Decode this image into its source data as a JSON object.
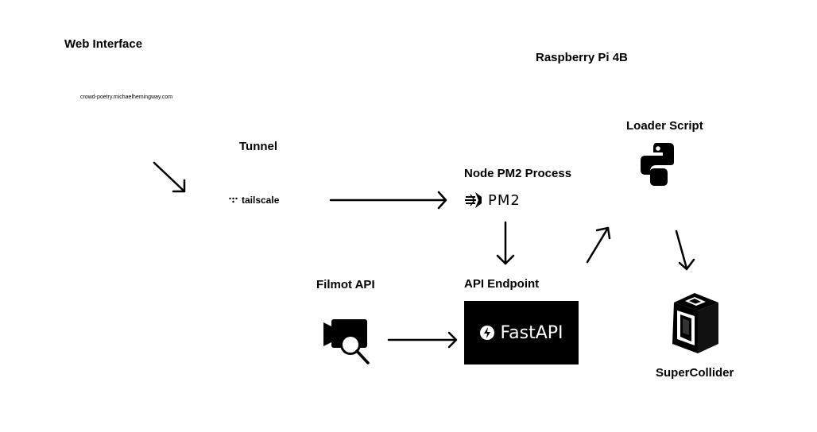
{
  "diagram": {
    "groups": {
      "web_interface": "Web Interface",
      "raspberry_pi": "Raspberry Pi 4B"
    },
    "web_url": "crowd-poetry.michaelhemingway.com",
    "nodes": {
      "tunnel": {
        "label": "Tunnel",
        "logo_text": "tailscale",
        "icon": "tailscale-logo"
      },
      "pm2": {
        "label": "Node PM2 Process",
        "logo_text": "PM2",
        "icon": "pm2-logo"
      },
      "loader": {
        "label": "Loader Script",
        "icon": "python-logo"
      },
      "api": {
        "label": "API Endpoint",
        "logo_text": "FastAPI",
        "icon": "fastapi-logo"
      },
      "filmot": {
        "label": "Filmot API",
        "icon": "video-search-icon"
      },
      "supercollider": {
        "label": "SuperCollider",
        "icon": "supercollider-logo"
      }
    },
    "edges": [
      {
        "from": "web_interface",
        "to": "tunnel"
      },
      {
        "from": "tunnel",
        "to": "pm2"
      },
      {
        "from": "pm2",
        "to": "api"
      },
      {
        "from": "api",
        "to": "loader"
      },
      {
        "from": "loader",
        "to": "supercollider"
      },
      {
        "from": "filmot",
        "to": "api"
      }
    ],
    "colors": {
      "foreground": "#000000",
      "background": "#ffffff"
    }
  }
}
